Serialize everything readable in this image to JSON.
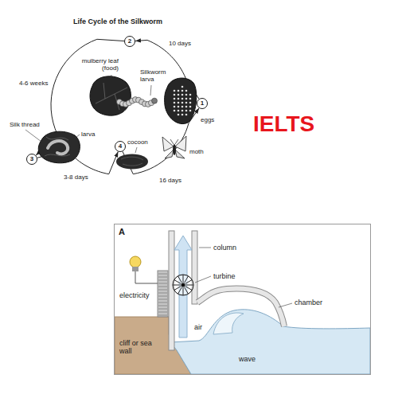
{
  "diagram": {
    "title": "Life Cycle of the Silkworm",
    "nodes": [
      {
        "text": [
          "1"
        ]
      },
      {
        "text": [
          "2"
        ]
      },
      {
        "text": [
          "3"
        ]
      },
      {
        "text": [
          "4"
        ]
      }
    ],
    "edges": [
      {
        "from": 0,
        "to": 1,
        "label": "10 days",
        "arrow": "to"
      },
      {
        "from": 1,
        "to": 2,
        "label": "4-6 weeks",
        "arrow": "to"
      },
      {
        "from": 2,
        "to": 3,
        "label": "3-8 days",
        "arrow": "to"
      },
      {
        "from": 3,
        "to": 0,
        "label": "16 days",
        "arrow": "to"
      }
    ],
    "labels": [
      "mulberry leaf (food)",
      "Silkworm larva",
      "eggs",
      "moth",
      "cocoon",
      "larva",
      "Silk thread",
      "IELTS",
      "A",
      "column",
      "turbine",
      "electricity",
      "chamber",
      "air",
      "cliff or sea wall",
      "wave"
    ]
  }
}
